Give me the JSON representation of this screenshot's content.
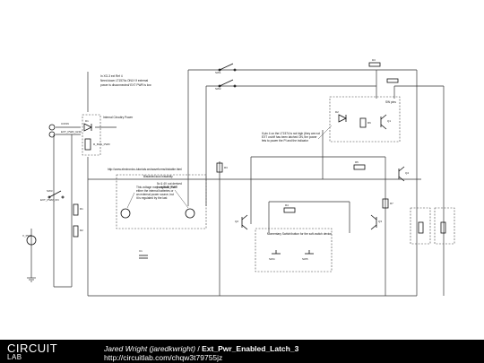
{
  "schematic": {
    "notes": {
      "top_note": [
        "In XG-3 ext Ref 4",
        "Need down LT1574s ONLY if external",
        "power is disconnected/ EXT PWR is low"
      ],
      "web_link": "http://www.electronics-tutorials.ws/waveforms/bistable.html",
      "bistable_label": "Bistable/clock bistabilty",
      "voltage_note": [
        "This voltage may originate from",
        "either the internal batteries or",
        "an external power source, but",
        "it is regulated by the last"
      ],
      "batt_note": [
        "5v & 4V out derived",
        "from BUS_PWR"
      ],
      "right_note": [
        "If pin 4 on the LT1574 is not high (they are not",
        "EXT on/off has been latched ON, the power",
        "fets to power the PI and the indicator"
      ],
      "switch_box_label": "Momentary Switch/button for the soft-switch device",
      "power_box_label": "Internal Circuitry Power",
      "bypass_label": "SW pins"
    },
    "components": {
      "conn": "CONN",
      "ext_pwr_gnd": "EXT_PWR_GND",
      "d1": "D1",
      "ext_pwr_on": "EXT_PWR_ON",
      "r_bus_pwr": "R_BUS_PWR",
      "v_pwr": "V_PWR",
      "q1": "Q1",
      "r1": "R1",
      "r2": "R2",
      "r3": "R3",
      "r4": "R4",
      "r5": "R5",
      "r6": "R6",
      "r7": "R7",
      "sw1": "SW1",
      "sw2": "SW2",
      "sw3": "SW3",
      "btn1": "SW4",
      "btn2": "SW5",
      "c1": "C1",
      "q2": "Q2",
      "q3": "Q3",
      "q4": "Q4",
      "d2": "D2",
      "d3": "D3"
    }
  },
  "footer": {
    "logo_top": "CIRCUIT",
    "logo_bottom": "LAB",
    "author": "Jared Wright (jaredkwright)",
    "separator": " / ",
    "title": "Ext_Pwr_Enabled_Latch_3",
    "url": "http://circuitlab.com/chqw3t79755jz"
  },
  "colors": {
    "background": "#ffffff",
    "footer_bg": "#000000",
    "footer_text": "#ffffff",
    "wire": "#333333"
  }
}
